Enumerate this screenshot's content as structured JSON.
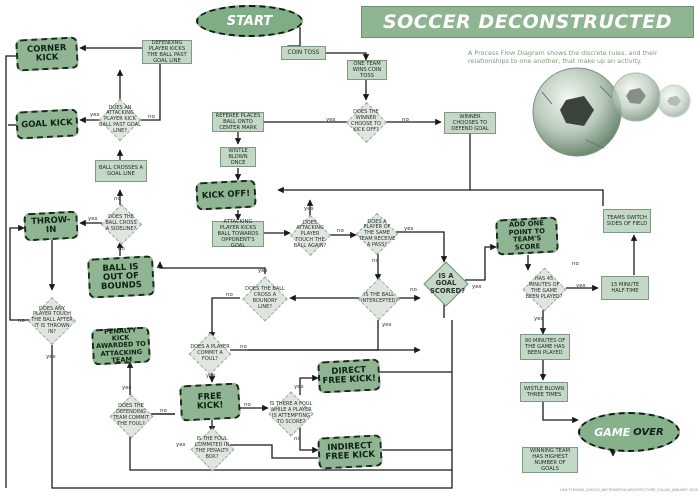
{
  "title": "SOCCER DECONSTRUCTED",
  "subtitle": "A Process Flow Diagram shows the discrete rules, and their relationships to one another, that make up an activity.",
  "credit": "LISA THOMAS_ISI6370_INFORMATION ARCHITECTURE_SOLAIS_JANUARY 2009",
  "start": "START",
  "game": "GAME",
  "over": "OVER",
  "yes": "yes",
  "no": "no",
  "nodes": {
    "corner_kick": "CORNER KICK",
    "goal_kick": "GOAL KICK",
    "throw_in": "THROW-IN",
    "ball_out": "BALL IS OUT OF BOUNDS",
    "kick_off": "KICK OFF!",
    "penalty_kick": "PENALTY KICK AWARDED TO ATTACKING TEAM",
    "free_kick": "FREE KICK!",
    "direct_free_kick": "DIRECT FREE KICK!",
    "indirect_free_kick": "INDIRECT FREE KICK",
    "add_point": "ADD ONE POINT TO TEAM'S SCORE",
    "defending_kicks_past": "DEFENDING PLAYER KICKS THE BALL PAST GOAL LINE",
    "coin_toss": "COIN TOSS",
    "one_team_wins": "ONE TEAM WINS COIN TOSS",
    "referee_places": "REFEREE PLACES BALL ONTO CENTER MARK",
    "whistle_once": "WISTLE BLOWN ONCE",
    "winner_defend": "WINNER CHOOSES TO DEFEND GOAL",
    "ball_crosses_goal_line": "BALL CROSSES A GOAL LINE",
    "attacking_kicks_towards": "ATTACKING PLAYER KICKS BALL TOWARDS OPPONENT'S GOAL",
    "teams_switch": "TEAMS SWITCH SIDES OF FIELD",
    "half_time": "15 MINUTE HALF-TIME",
    "ninety_played": "90 MINUTES OF THE GAME HAS BEEN PLAYED",
    "whistle_three": "WISTLE BLOWN THREE TIMES",
    "team_wins": "WINNING TEAM HAS HIGHEST NUMBER OF GOALS"
  },
  "decisions": {
    "attacking_kicks_past": "DOES AN ATTACKING PLAYER KICK BALL PAST GOAL LINE?",
    "winner_kickoff": "DOES THE WINNER CHOOSE TO KICK OFF?",
    "ball_cross_sideline": "DOES THE BALL CROSS A SIDELINE?",
    "attacking_touch_again": "DOES ATTACKING PLAYER TOUCH THE BALL AGAIN?",
    "same_team_receive": "DOES A PLAYER OF THE SAME TEAM RECEIVE A PASS?",
    "is_goal": "IS A GOAL SCORED?",
    "ball_intercepted": "IS THE BALL INTERCEPTED?",
    "cross_boundry": "DOES THE BALL CROSS A BOUNDRY LINE?",
    "any_player_touch": "DOES ANY PLAYER TOUCH THE BALL AFTER IT IS THROWN IN?",
    "player_foul": "DOES A PLAYER COMMIT A FOUL?",
    "defending_foul": "DOES THE DEFENDING TEAM COMMIT THE FOUL?",
    "foul_penalty_box": "IS THE FOUL COMMITED IN THE PENALTY BOX?",
    "foul_attempting_score": "IS THERE A FOUL WHILE A PLAYER IS ATTEMPTING TO SCORE?",
    "forty_five": "HAS 45 MINUTES OF THE GAME BEEN PLAYED?"
  },
  "colors": {
    "accent": "#8fb593",
    "box": "#c3d8c6",
    "decision": "#dfe6df",
    "line": "#1a1a1a"
  }
}
